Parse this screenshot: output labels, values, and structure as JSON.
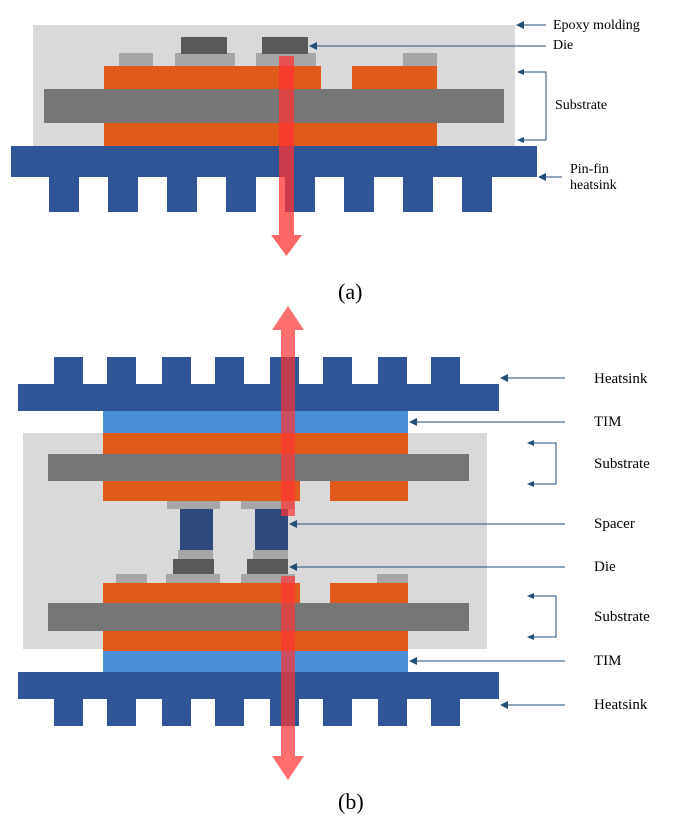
{
  "diagram_a": {
    "caption": "(a)",
    "labels": {
      "epoxy": "Epoxy molding",
      "die": "Die",
      "substrate": "Substrate",
      "heatsink_line1": "Pin-fin",
      "heatsink_line2": "heatsink"
    }
  },
  "diagram_b": {
    "caption": "(b)",
    "labels": {
      "heatsink_top": "Heatsink",
      "tim_top": "TIM",
      "substrate_top": "Substrate",
      "spacer": "Spacer",
      "die": "Die",
      "substrate_bottom": "Substrate",
      "tim_bottom": "TIM",
      "heatsink_bottom": "Heatsink"
    }
  },
  "colors": {
    "epoxy": "#d9d9d9",
    "copper": "#e05a1c",
    "substrate_core": "#767676",
    "die": "#595959",
    "pad": "#a6a6a6",
    "heatsink": "#2f5597",
    "tim": "#4a90d9",
    "spacer": "#2e4a7d",
    "heat_arrow": "#ff3333",
    "leader": "#1f4e79"
  }
}
